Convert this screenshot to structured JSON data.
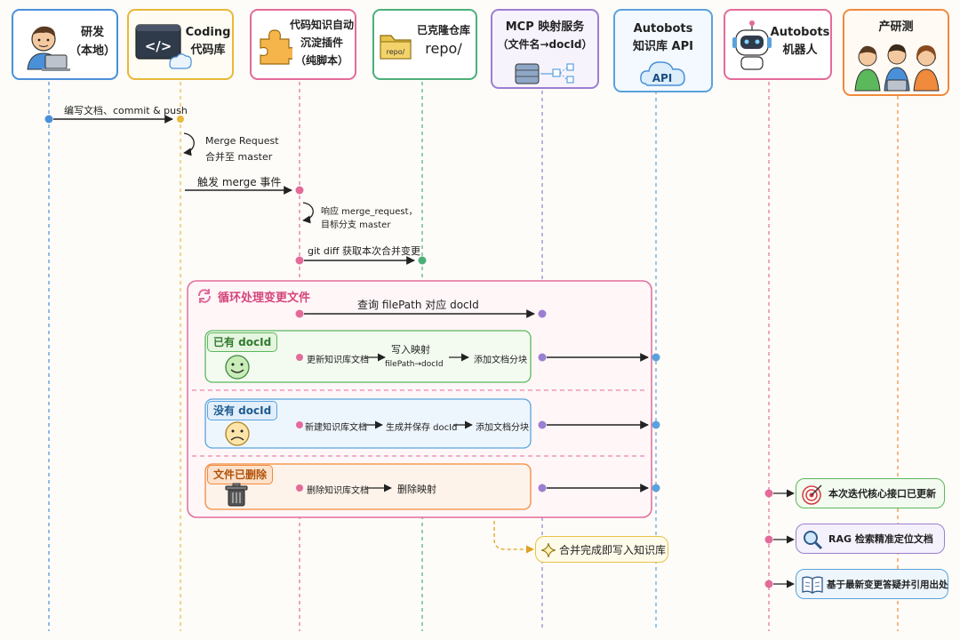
{
  "actors": [
    {
      "title": "研发",
      "subtitle": "（本地）",
      "color": "#4a90d9"
    },
    {
      "title": "Coding",
      "subtitle": "代码库",
      "color": "#e8b83a"
    },
    {
      "title": "代码知识自动",
      "subtitle": "沉淀插件",
      "subtitle2": "（纯脚本）",
      "color": "#e36b9a"
    },
    {
      "title": "已克隆仓库",
      "subtitle": "repo/",
      "folder_label": "repo/",
      "color": "#4caf7a"
    },
    {
      "title": "MCP 映射服务",
      "subtitle": "（文件名→docId）",
      "color": "#9b7fd1"
    },
    {
      "title": "Autobots",
      "subtitle": "知识库 API",
      "cloud_label": "API",
      "color": "#5aa2dd"
    },
    {
      "title": "Autobots",
      "subtitle": "机器人",
      "color": "#e36b9a"
    },
    {
      "title": "产研测",
      "subtitle": "",
      "color": "#f08a3c"
    }
  ],
  "messages": {
    "commit": "编写文档、commit & push",
    "mr_line1": "Merge Request",
    "mr_line2": "合并至 master",
    "trigger": "触发 merge 事件",
    "respond_line1": "响应 merge_request，",
    "respond_line2": "目标分支 master",
    "git_diff": "git diff 获取本次合并变更",
    "query": "查询 filePath 对应 docId"
  },
  "loop": {
    "label": "循环处理变更文件"
  },
  "cases": [
    {
      "tag": "已有 docId",
      "steps": [
        "更新知识库文档",
        "写入映射",
        "添加文档分块"
      ],
      "sub": "filePath→docId",
      "color": "#5bb85b"
    },
    {
      "tag": "没有 docId",
      "steps": [
        "新建知识库文档",
        "生成并保存 docId",
        "添加文档分块"
      ],
      "color": "#5aa2dd"
    },
    {
      "tag": "文件已删除",
      "steps": [
        "删除知识库文档",
        "删除映射"
      ],
      "color": "#f08a3c"
    }
  ],
  "done_note": "合并完成即写入知识库",
  "benefits": [
    {
      "text": "本次迭代核心接口已更新",
      "color": "#5bb85b",
      "icon": "target-icon"
    },
    {
      "text": "RAG 检索精准定位文档",
      "color": "#9b7fd1",
      "icon": "magnifier-icon"
    },
    {
      "text": "基于最新变更答疑并引用出处",
      "color": "#5aa2dd",
      "icon": "book-icon"
    }
  ],
  "colors": {
    "pink": "#e36b9a",
    "green": "#4caf7a",
    "purple": "#9b7fd1",
    "blue": "#5aa2dd",
    "orange": "#f08a3c",
    "yellow": "#e8b83a"
  }
}
